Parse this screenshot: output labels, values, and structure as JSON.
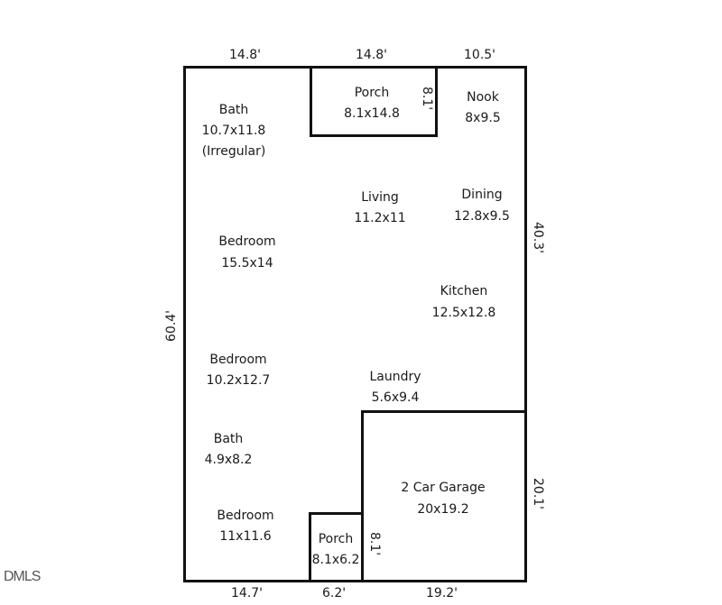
{
  "plan": {
    "line_color": "#111111",
    "top_dimensions": [
      "14.8'",
      "14.8'",
      "10.5'"
    ],
    "left_dimension": "60.4'",
    "right_dimensions": [
      "40.3'",
      "20.1'"
    ],
    "bottom_dimensions_clipped": [
      "14.7'",
      "6.2'",
      "19.2'"
    ],
    "rooms": [
      {
        "name": "Bath",
        "size": "10.7x11.8",
        "note": "(Irregular)"
      },
      {
        "name": "Porch",
        "size": "8.1x14.8",
        "depth": "8.1'"
      },
      {
        "name": "Nook",
        "size": "8x9.5"
      },
      {
        "name": "Living",
        "size": "11.2x11"
      },
      {
        "name": "Dining",
        "size": "12.8x9.5"
      },
      {
        "name": "Bedroom",
        "size": "15.5x14"
      },
      {
        "name": "Kitchen",
        "size": "12.5x12.8"
      },
      {
        "name": "Bedroom",
        "size": "10.2x12.7"
      },
      {
        "name": "Laundry",
        "size": "5.6x9.4"
      },
      {
        "name": "Bath",
        "size": "4.9x8.2"
      },
      {
        "name": "2 Car Garage",
        "size": "20x19.2"
      },
      {
        "name": "Bedroom",
        "size": "11x11.6"
      },
      {
        "name": "Porch",
        "size": "8.1x6.2",
        "depth": "8.1'"
      }
    ]
  },
  "watermark": "DMLS"
}
